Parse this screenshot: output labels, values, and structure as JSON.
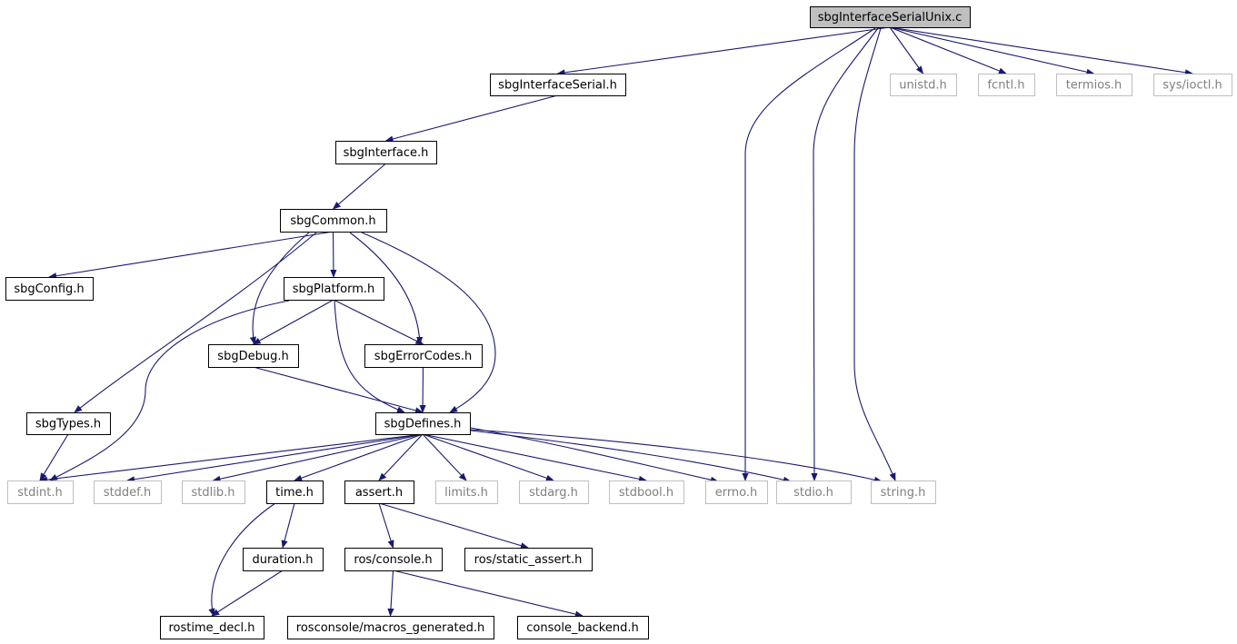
{
  "graph": {
    "nodes": [
      {
        "id": "sbgInterfaceSerialUnix_c",
        "label": "sbgInterfaceSerialUnix.c",
        "kind": "root"
      },
      {
        "id": "sbgInterfaceSerial_h",
        "label": "sbgInterfaceSerial.h",
        "kind": "doc"
      },
      {
        "id": "errno_h",
        "label": "errno.h",
        "kind": "sys"
      },
      {
        "id": "stdio_h",
        "label": "stdio.h",
        "kind": "sys"
      },
      {
        "id": "string_h",
        "label": "string.h",
        "kind": "sys"
      },
      {
        "id": "unistd_h",
        "label": "unistd.h",
        "kind": "sys"
      },
      {
        "id": "fcntl_h",
        "label": "fcntl.h",
        "kind": "sys"
      },
      {
        "id": "termios_h",
        "label": "termios.h",
        "kind": "sys"
      },
      {
        "id": "sys_ioctl_h",
        "label": "sys/ioctl.h",
        "kind": "sys"
      },
      {
        "id": "sbgInterface_h",
        "label": "sbgInterface.h",
        "kind": "doc"
      },
      {
        "id": "sbgCommon_h",
        "label": "sbgCommon.h",
        "kind": "doc"
      },
      {
        "id": "sbgConfig_h",
        "label": "sbgConfig.h",
        "kind": "doc"
      },
      {
        "id": "sbgPlatform_h",
        "label": "sbgPlatform.h",
        "kind": "doc"
      },
      {
        "id": "sbgDebug_h",
        "label": "sbgDebug.h",
        "kind": "doc"
      },
      {
        "id": "sbgErrorCodes_h",
        "label": "sbgErrorCodes.h",
        "kind": "doc"
      },
      {
        "id": "sbgTypes_h",
        "label": "sbgTypes.h",
        "kind": "doc"
      },
      {
        "id": "sbgDefines_h",
        "label": "sbgDefines.h",
        "kind": "doc"
      },
      {
        "id": "stdint_h",
        "label": "stdint.h",
        "kind": "sys"
      },
      {
        "id": "stddef_h",
        "label": "stddef.h",
        "kind": "sys"
      },
      {
        "id": "stdlib_h",
        "label": "stdlib.h",
        "kind": "sys"
      },
      {
        "id": "time_h",
        "label": "time.h",
        "kind": "doc"
      },
      {
        "id": "assert_h",
        "label": "assert.h",
        "kind": "doc"
      },
      {
        "id": "limits_h",
        "label": "limits.h",
        "kind": "sys"
      },
      {
        "id": "stdarg_h",
        "label": "stdarg.h",
        "kind": "sys"
      },
      {
        "id": "stdbool_h",
        "label": "stdbool.h",
        "kind": "sys"
      },
      {
        "id": "duration_h",
        "label": "duration.h",
        "kind": "doc"
      },
      {
        "id": "rostime_decl_h",
        "label": "rostime_decl.h",
        "kind": "doc"
      },
      {
        "id": "ros_console_h",
        "label": "ros/console.h",
        "kind": "doc"
      },
      {
        "id": "ros_static_assert_h",
        "label": "ros/static_assert.h",
        "kind": "doc"
      },
      {
        "id": "rosconsole_macros_generated_h",
        "label": "rosconsole/macros_generated.h",
        "kind": "doc"
      },
      {
        "id": "console_backend_h",
        "label": "console_backend.h",
        "kind": "doc"
      }
    ],
    "edges": [
      {
        "from": "sbgInterfaceSerialUnix_c",
        "to": "sbgInterfaceSerial_h"
      },
      {
        "from": "sbgInterfaceSerialUnix_c",
        "to": "errno_h"
      },
      {
        "from": "sbgInterfaceSerialUnix_c",
        "to": "stdio_h"
      },
      {
        "from": "sbgInterfaceSerialUnix_c",
        "to": "string_h"
      },
      {
        "from": "sbgInterfaceSerialUnix_c",
        "to": "unistd_h"
      },
      {
        "from": "sbgInterfaceSerialUnix_c",
        "to": "fcntl_h"
      },
      {
        "from": "sbgInterfaceSerialUnix_c",
        "to": "termios_h"
      },
      {
        "from": "sbgInterfaceSerialUnix_c",
        "to": "sys_ioctl_h"
      },
      {
        "from": "sbgInterfaceSerial_h",
        "to": "sbgInterface_h"
      },
      {
        "from": "sbgInterface_h",
        "to": "sbgCommon_h"
      },
      {
        "from": "sbgCommon_h",
        "to": "sbgConfig_h"
      },
      {
        "from": "sbgCommon_h",
        "to": "sbgTypes_h"
      },
      {
        "from": "sbgCommon_h",
        "to": "sbgDebug_h"
      },
      {
        "from": "sbgCommon_h",
        "to": "sbgPlatform_h"
      },
      {
        "from": "sbgCommon_h",
        "to": "sbgErrorCodes_h"
      },
      {
        "from": "sbgCommon_h",
        "to": "sbgDefines_h"
      },
      {
        "from": "sbgPlatform_h",
        "to": "stdint_h"
      },
      {
        "from": "sbgPlatform_h",
        "to": "sbgDebug_h"
      },
      {
        "from": "sbgPlatform_h",
        "to": "sbgDefines_h"
      },
      {
        "from": "sbgPlatform_h",
        "to": "sbgErrorCodes_h"
      },
      {
        "from": "sbgDebug_h",
        "to": "sbgDefines_h"
      },
      {
        "from": "sbgErrorCodes_h",
        "to": "sbgDefines_h"
      },
      {
        "from": "sbgTypes_h",
        "to": "stdint_h"
      },
      {
        "from": "sbgDefines_h",
        "to": "stdint_h"
      },
      {
        "from": "sbgDefines_h",
        "to": "stddef_h"
      },
      {
        "from": "sbgDefines_h",
        "to": "stdlib_h"
      },
      {
        "from": "sbgDefines_h",
        "to": "time_h"
      },
      {
        "from": "sbgDefines_h",
        "to": "assert_h"
      },
      {
        "from": "sbgDefines_h",
        "to": "limits_h"
      },
      {
        "from": "sbgDefines_h",
        "to": "stdarg_h"
      },
      {
        "from": "sbgDefines_h",
        "to": "stdbool_h"
      },
      {
        "from": "sbgDefines_h",
        "to": "errno_h"
      },
      {
        "from": "sbgDefines_h",
        "to": "stdio_h"
      },
      {
        "from": "sbgDefines_h",
        "to": "string_h"
      },
      {
        "from": "time_h",
        "to": "duration_h"
      },
      {
        "from": "time_h",
        "to": "rostime_decl_h"
      },
      {
        "from": "duration_h",
        "to": "rostime_decl_h"
      },
      {
        "from": "assert_h",
        "to": "ros_console_h"
      },
      {
        "from": "assert_h",
        "to": "ros_static_assert_h"
      },
      {
        "from": "ros_console_h",
        "to": "rosconsole_macros_generated_h"
      },
      {
        "from": "ros_console_h",
        "to": "console_backend_h"
      }
    ]
  },
  "colors": {
    "edge": "#191970",
    "root_fill": "#bfbfbf",
    "doc_border": "#000000",
    "sys_border": "#bfbfbf",
    "sys_text": "#7f7f7f"
  }
}
